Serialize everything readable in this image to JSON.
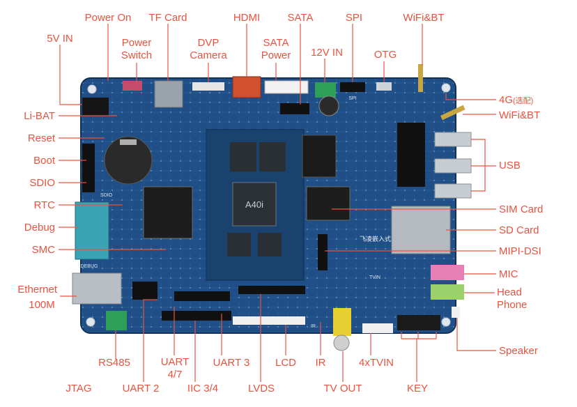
{
  "labels": {
    "power_on": "Power On",
    "tf_card": "TF Card",
    "hdmi": "HDMI",
    "sata": "SATA",
    "spi": "SPI",
    "wifi_bt_top": "WiFi&BT",
    "five_v_in": "5V IN",
    "power_switch_1": "Power",
    "power_switch_2": "Switch",
    "dvp_camera_1": "DVP",
    "dvp_camera_2": "Camera",
    "sata_power_1": "SATA",
    "sata_power_2": "Power",
    "twelve_v_in": "12V IN",
    "otg": "OTG",
    "four_g": "4G",
    "four_g_note": "(选配)",
    "wifi_bt_right": "WiFi&BT",
    "li_bat": "Li-BAT",
    "reset": "Reset",
    "boot": "Boot",
    "sdio": "SDIO",
    "rtc": "RTC",
    "debug": "Debug",
    "smc": "SMC",
    "ethernet": "Ethernet",
    "ethernet_speed": "100M",
    "usb": "USB",
    "sim_card": "SIM Card",
    "sd_card": "SD Card",
    "mipi_dsi": "MIPI-DSI",
    "mic": "MIC",
    "headphone_1": "Head",
    "headphone_2": "Phone",
    "speaker": "Speaker",
    "rs485": "RS485",
    "uart47_1": "UART",
    "uart47_2": "4/7",
    "uart3": "UART 3",
    "lcd": "LCD",
    "ir": "IR",
    "tvin": "4xTVIN",
    "jtag": "JTAG",
    "uart2": "UART 2",
    "iic34": "IIC 3/4",
    "lvds": "LVDS",
    "tv_out": "TV OUT",
    "key": "KEY"
  },
  "silkscreen": {
    "cpu_mark": "A40i",
    "sdio": "SDIO",
    "debug": "DEBUG",
    "spi": "SPI",
    "tvin": "TVIN",
    "ir": "IR",
    "brand": "飞凌嵌入式"
  },
  "colors": {
    "label": "#e8533f",
    "leader": "#e8533f",
    "pcb": "#1f4f86",
    "pcb_dark": "#173d6b"
  }
}
